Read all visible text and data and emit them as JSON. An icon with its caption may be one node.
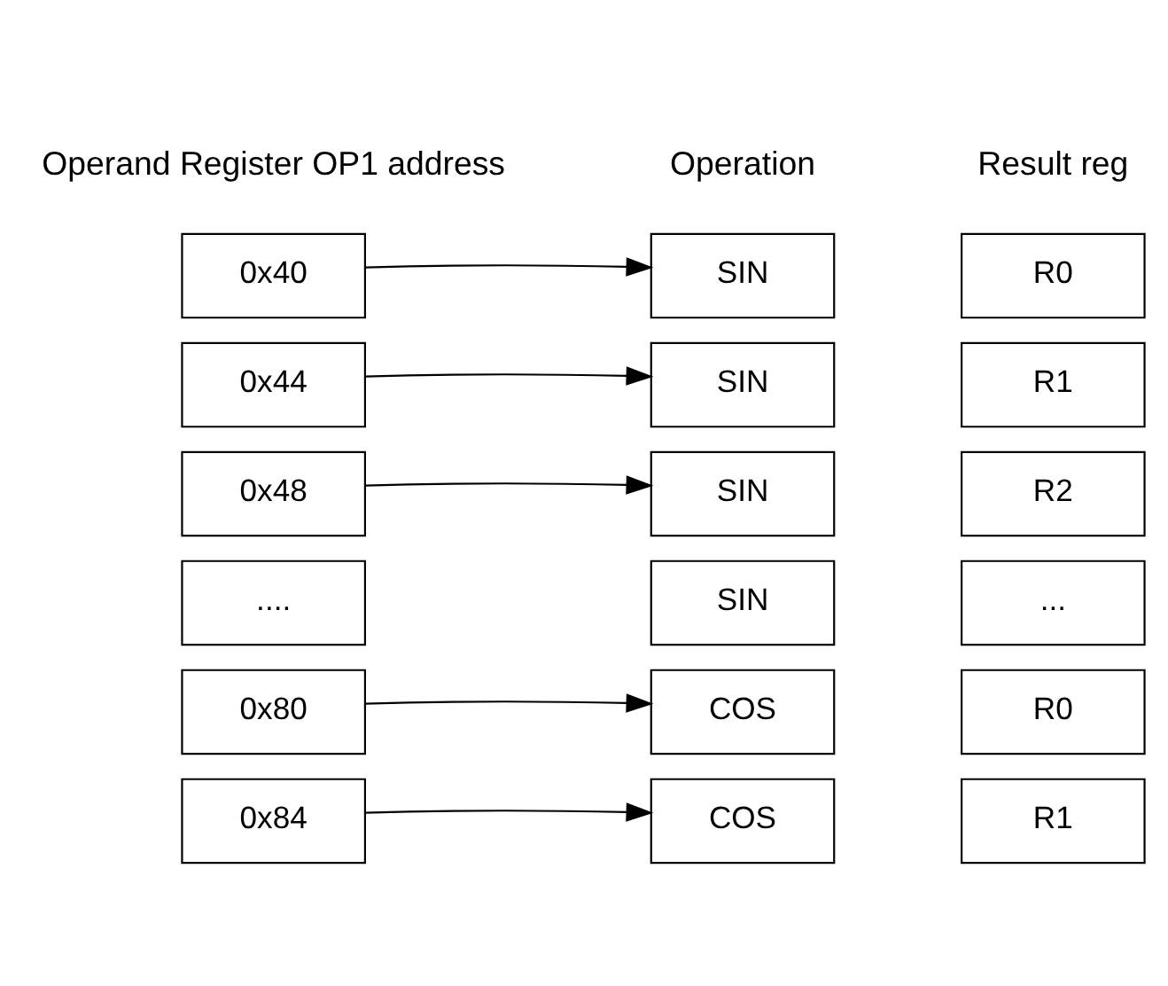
{
  "diagram": {
    "nodes": [
      {
        "text": [
          "0x40"
        ]
      },
      {
        "text": [
          "0x44"
        ]
      },
      {
        "text": [
          "0x48"
        ]
      },
      {
        "text": [
          "...."
        ]
      },
      {
        "text": [
          "0x80"
        ]
      },
      {
        "text": [
          "0x84"
        ]
      },
      {
        "text": [
          "SIN"
        ]
      },
      {
        "text": [
          "SIN"
        ]
      },
      {
        "text": [
          "SIN"
        ]
      },
      {
        "text": [
          "SIN"
        ]
      },
      {
        "text": [
          "COS"
        ]
      },
      {
        "text": [
          "COS"
        ]
      },
      {
        "text": [
          "R0"
        ]
      },
      {
        "text": [
          "R1"
        ]
      },
      {
        "text": [
          "R2"
        ]
      },
      {
        "text": [
          "..."
        ]
      },
      {
        "text": [
          "R0"
        ]
      },
      {
        "text": [
          "R1"
        ]
      }
    ],
    "edges": [
      {
        "from": 0,
        "to": 6,
        "arrow": "to"
      },
      {
        "from": 1,
        "to": 7,
        "arrow": "to"
      },
      {
        "from": 2,
        "to": 8,
        "arrow": "to"
      },
      {
        "from": 4,
        "to": 10,
        "arrow": "to"
      },
      {
        "from": 5,
        "to": 11,
        "arrow": "to"
      }
    ],
    "labels": [
      "Operand Register OP1 address",
      "Operation",
      "Result reg"
    ]
  }
}
